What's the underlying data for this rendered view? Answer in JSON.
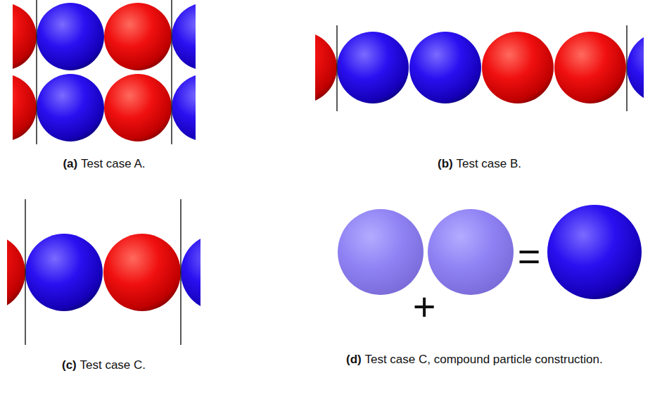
{
  "diagram": {
    "labels": [
      "(a)",
      "Test case A.",
      "(b)",
      "Test case B.",
      "(c)",
      "Test case C.",
      "(d)",
      "Test case C, compound particle construction.",
      "+",
      "="
    ]
  }
}
